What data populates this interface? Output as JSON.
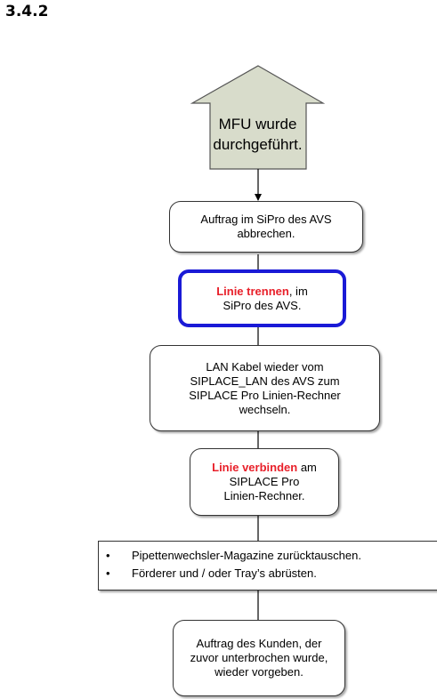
{
  "section_number": "3.4.2",
  "start": {
    "line1": "MFU wurde",
    "line2": "durchgeführt."
  },
  "step1": {
    "line1": "Auftrag im SiPro des AVS",
    "line2": "abbrechen."
  },
  "step2": {
    "highlight": "Linie trennen",
    "rest": ", im",
    "line2": "SiPro des AVS."
  },
  "step3": {
    "line1": "LAN Kabel wieder vom",
    "line2": "SIPLACE_LAN des AVS zum",
    "line3": "SIPLACE Pro Linien-Rechner",
    "line4": "wechseln."
  },
  "step4": {
    "highlight": "Linie verbinden",
    "rest": " am",
    "line2": "SIPLACE Pro",
    "line3": "Linien-Rechner."
  },
  "step5": {
    "bullet": "•",
    "items": [
      "Pipettenwechsler-Magazine zurücktauschen.",
      "Förderer und / oder Tray’s abrüsten."
    ]
  },
  "step6": {
    "line1": "Auftrag des Kunden, der",
    "line2": "zuvor unterbrochen wurde,",
    "line3": "wieder vorgeben."
  },
  "colors": {
    "start_fill": "#d8dccb",
    "highlight_red": "#e8202a",
    "emphasis_border": "#1a1ad6"
  }
}
